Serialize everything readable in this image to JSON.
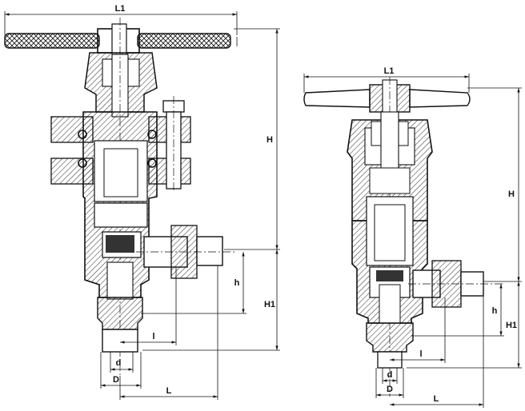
{
  "left_view": {
    "labels": {
      "L1": "L1",
      "H": "H",
      "H1": "H1",
      "h": "h",
      "l": "l",
      "d": "d",
      "D": "D",
      "L": "L"
    }
  },
  "right_view": {
    "labels": {
      "L1": "L1",
      "H": "H",
      "H1": "H1",
      "h": "h",
      "l": "l",
      "d": "d",
      "D": "D",
      "L": "L"
    }
  },
  "colors": {
    "line": "#111111",
    "background": "#ffffff",
    "fill_dark": "#333333"
  }
}
